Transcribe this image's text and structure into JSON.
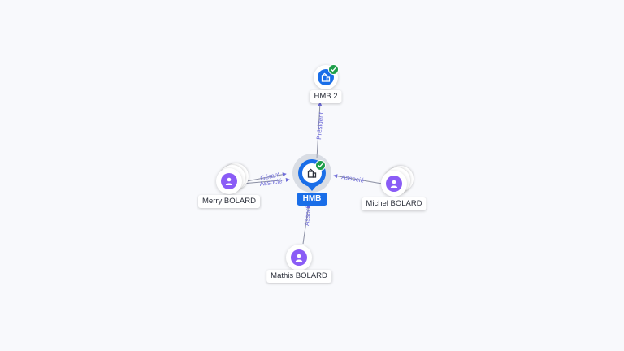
{
  "graph": {
    "center": {
      "label": "HMB",
      "icon": "building-icon",
      "verified": true
    },
    "company": {
      "label": "HMB 2",
      "icon": "building-icon",
      "verified": true
    },
    "people": {
      "left": {
        "label": "Merry BOLARD",
        "icon": "person-icon"
      },
      "right": {
        "label": "Michel BOLARD",
        "icon": "person-icon"
      },
      "bottom": {
        "label": "Mathis BOLARD",
        "icon": "person-icon"
      }
    },
    "relations": {
      "top": "Président",
      "left_1": "Gérant",
      "left_2": "Associé",
      "right": "Associé",
      "bottom": "Associé"
    }
  },
  "colors": {
    "accent": "#1a6ee8",
    "person": "#8a5cf6",
    "verified": "#1e9e4a",
    "edge_label": "#6f6cd8",
    "edge": "#8b8fa3"
  }
}
